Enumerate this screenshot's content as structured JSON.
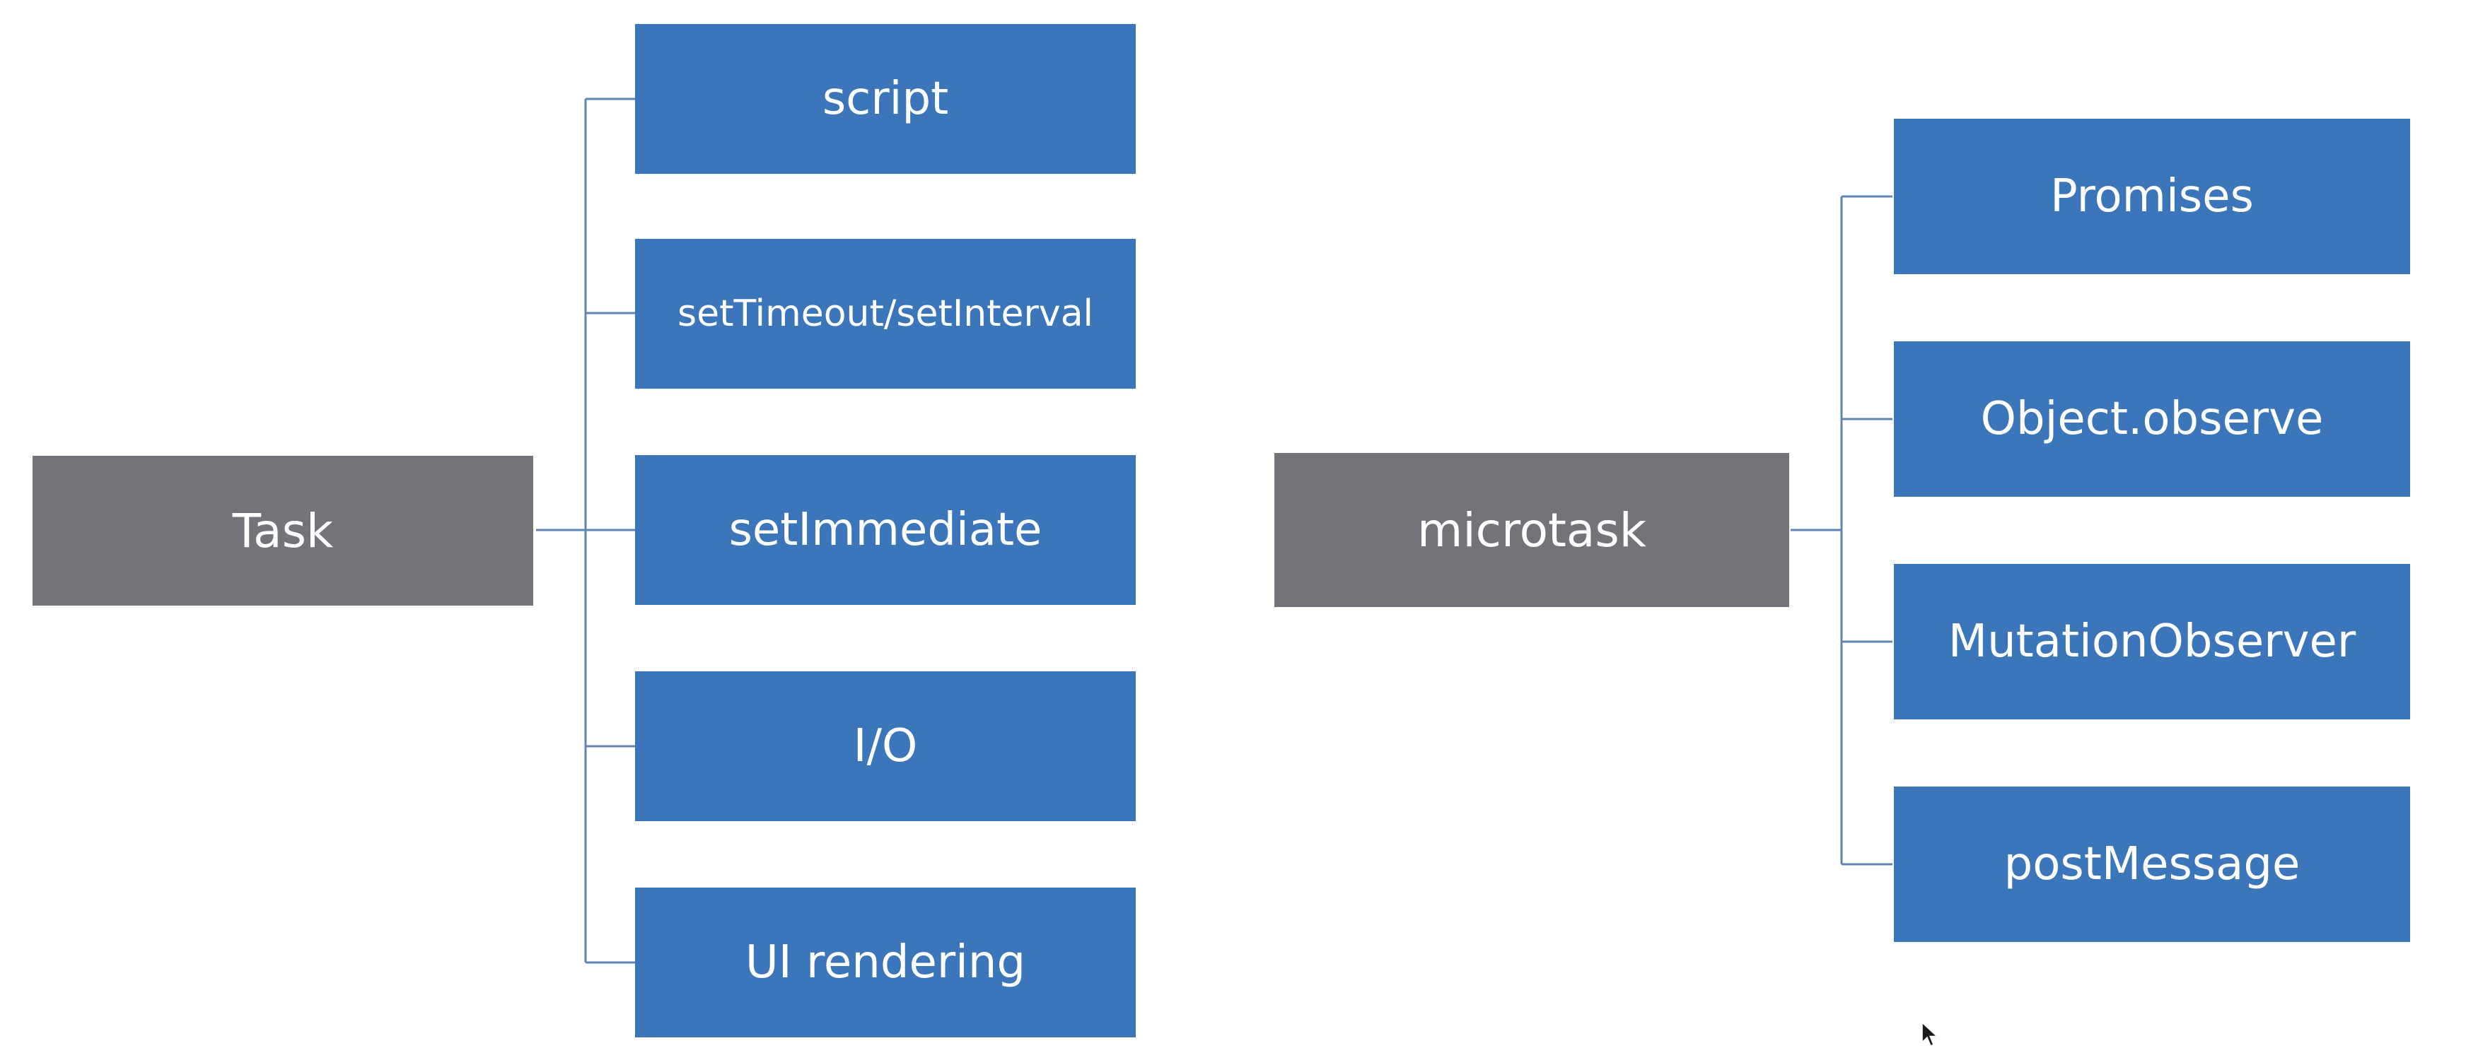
{
  "task_tree": {
    "root": {
      "label": "Task"
    },
    "children": [
      {
        "label": "script"
      },
      {
        "label": "setTimeout/setInterval"
      },
      {
        "label": "setImmediate"
      },
      {
        "label": "I/O"
      },
      {
        "label": "UI rendering"
      }
    ]
  },
  "microtask_tree": {
    "root": {
      "label": "microtask"
    },
    "children": [
      {
        "label": "Promises"
      },
      {
        "label": "Object.observe"
      },
      {
        "label": "MutationObserver"
      },
      {
        "label": "postMessage"
      }
    ]
  },
  "colors": {
    "root_fill": "#737479",
    "leaf_fill": "#3c76ba",
    "connector": "#5f86b3",
    "text": "#ffffff",
    "background": "#ffffff"
  }
}
